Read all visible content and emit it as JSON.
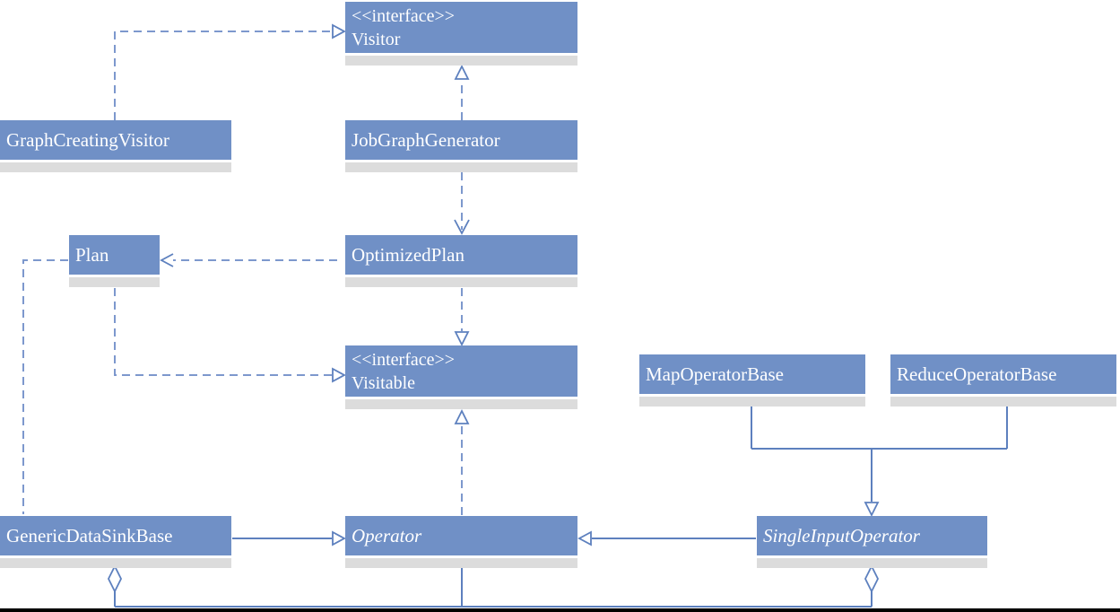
{
  "diagram": {
    "type": "uml-class-diagram",
    "colors": {
      "node_fill": "#7090c6",
      "node_shadow": "#dcdcdc",
      "edge_dashed": "#7d98cd",
      "edge_solid": "#5d80be",
      "text": "#ffffff",
      "baseline": "#000000"
    },
    "nodes": {
      "visitor": {
        "stereotype": "<<interface>>",
        "name": "Visitor",
        "kind": "interface"
      },
      "graph_creating_visitor": {
        "name": "GraphCreatingVisitor",
        "kind": "class"
      },
      "job_graph_generator": {
        "name": "JobGraphGenerator",
        "kind": "class"
      },
      "plan": {
        "name": "Plan",
        "kind": "class"
      },
      "optimized_plan": {
        "name": "OptimizedPlan",
        "kind": "class"
      },
      "visitable": {
        "stereotype": "<<interface>>",
        "name": "Visitable",
        "kind": "interface"
      },
      "map_operator_base": {
        "name": "MapOperatorBase",
        "kind": "class"
      },
      "reduce_operator_base": {
        "name": "ReduceOperatorBase",
        "kind": "class"
      },
      "generic_data_sink_base": {
        "name": "GenericDataSinkBase",
        "kind": "class"
      },
      "operator": {
        "name": "Operator",
        "kind": "abstract-class"
      },
      "single_input_operator": {
        "name": "SingleInputOperator",
        "kind": "abstract-class"
      }
    },
    "edges": [
      {
        "from": "GraphCreatingVisitor",
        "to": "Visitor",
        "type": "realization",
        "style": "dashed, open triangle at Visitor left"
      },
      {
        "from": "JobGraphGenerator",
        "to": "Visitor",
        "type": "realization",
        "style": "dashed, open triangle at Visitor bottom"
      },
      {
        "from": "JobGraphGenerator",
        "to": "OptimizedPlan",
        "type": "dependency",
        "style": "dashed, open arrow at OptimizedPlan top"
      },
      {
        "from": "OptimizedPlan",
        "to": "Plan",
        "type": "dependency",
        "style": "dashed, open arrow at Plan right"
      },
      {
        "from": "OptimizedPlan",
        "to": "Visitable",
        "type": "realization",
        "style": "dashed, open triangle at Visitable top"
      },
      {
        "from": "Plan",
        "to": "Visitable",
        "type": "realization",
        "style": "dashed, open triangle at Visitable left"
      },
      {
        "from": "GenericDataSinkBase",
        "to": "Plan",
        "type": "dashed-association",
        "style": "dashed, no arrowhead"
      },
      {
        "from": "Operator",
        "to": "Visitable",
        "type": "realization",
        "style": "dashed, open triangle at Visitable bottom"
      },
      {
        "from": "GenericDataSinkBase",
        "to": "Operator",
        "type": "generalization",
        "style": "solid, open triangle at Operator left"
      },
      {
        "from": "SingleInputOperator",
        "to": "Operator",
        "type": "generalization",
        "style": "solid, open triangle at Operator right"
      },
      {
        "from": "MapOperatorBase",
        "to": "SingleInputOperator",
        "type": "generalization",
        "style": "solid, shared open triangle at SingleInputOperator top"
      },
      {
        "from": "ReduceOperatorBase",
        "to": "SingleInputOperator",
        "type": "generalization",
        "style": "solid, shared open triangle at SingleInputOperator top"
      },
      {
        "from": "Operator",
        "to": "GenericDataSinkBase",
        "type": "aggregation",
        "style": "solid bottom rail, open diamond below GenericDataSinkBase"
      },
      {
        "from": "Operator",
        "to": "SingleInputOperator",
        "type": "aggregation",
        "style": "solid bottom rail, open diamond below SingleInputOperator"
      }
    ]
  }
}
